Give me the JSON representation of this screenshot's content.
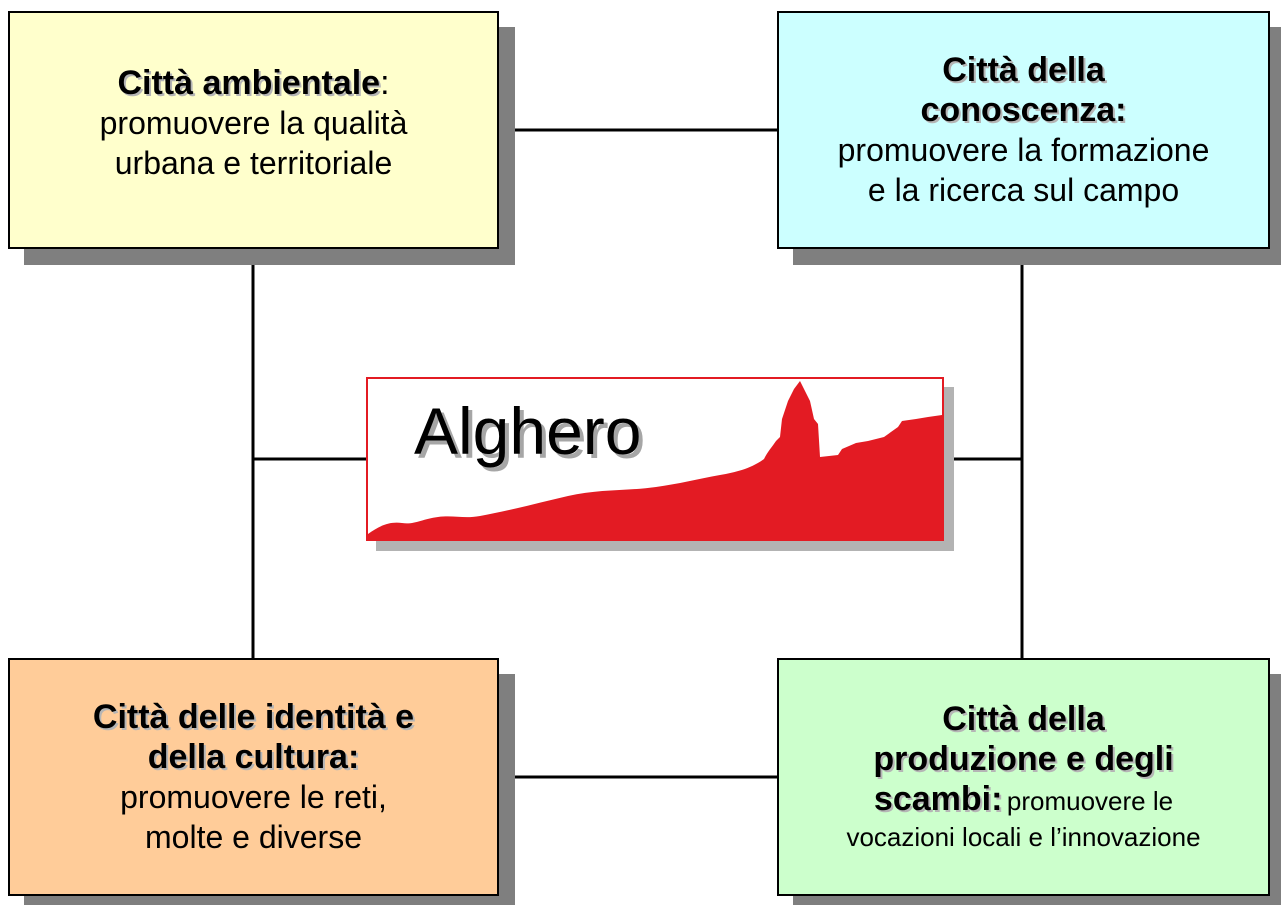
{
  "boxes": {
    "ambientale": {
      "title": "Città ambientale",
      "title_suffix": ":",
      "line1": "promuovere la qualità",
      "line2": "urbana e territoriale",
      "color": "#ffffcc"
    },
    "conoscenza": {
      "title1": "Città della",
      "title2": "conoscenza:",
      "line1": "promuovere la formazione",
      "line2": "e la ricerca sul campo",
      "color": "#ccffff"
    },
    "identita": {
      "title1": "Città delle identità e",
      "title2": "della cultura:",
      "line1": "promuovere le reti,",
      "line2": "molte e diverse",
      "color": "#ffcc99"
    },
    "produzione": {
      "title1": "Città della",
      "title2": "produzione e degli",
      "title3": "scambi:",
      "line1_suffix": "promuovere le",
      "line2": "vocazioni locali e l’innovazione",
      "color": "#ccffcc"
    }
  },
  "logo": {
    "word": "Alghero",
    "accent_color": "#e31b23"
  },
  "connector_color": "#000000",
  "shadow_color": "#7f7f7f"
}
